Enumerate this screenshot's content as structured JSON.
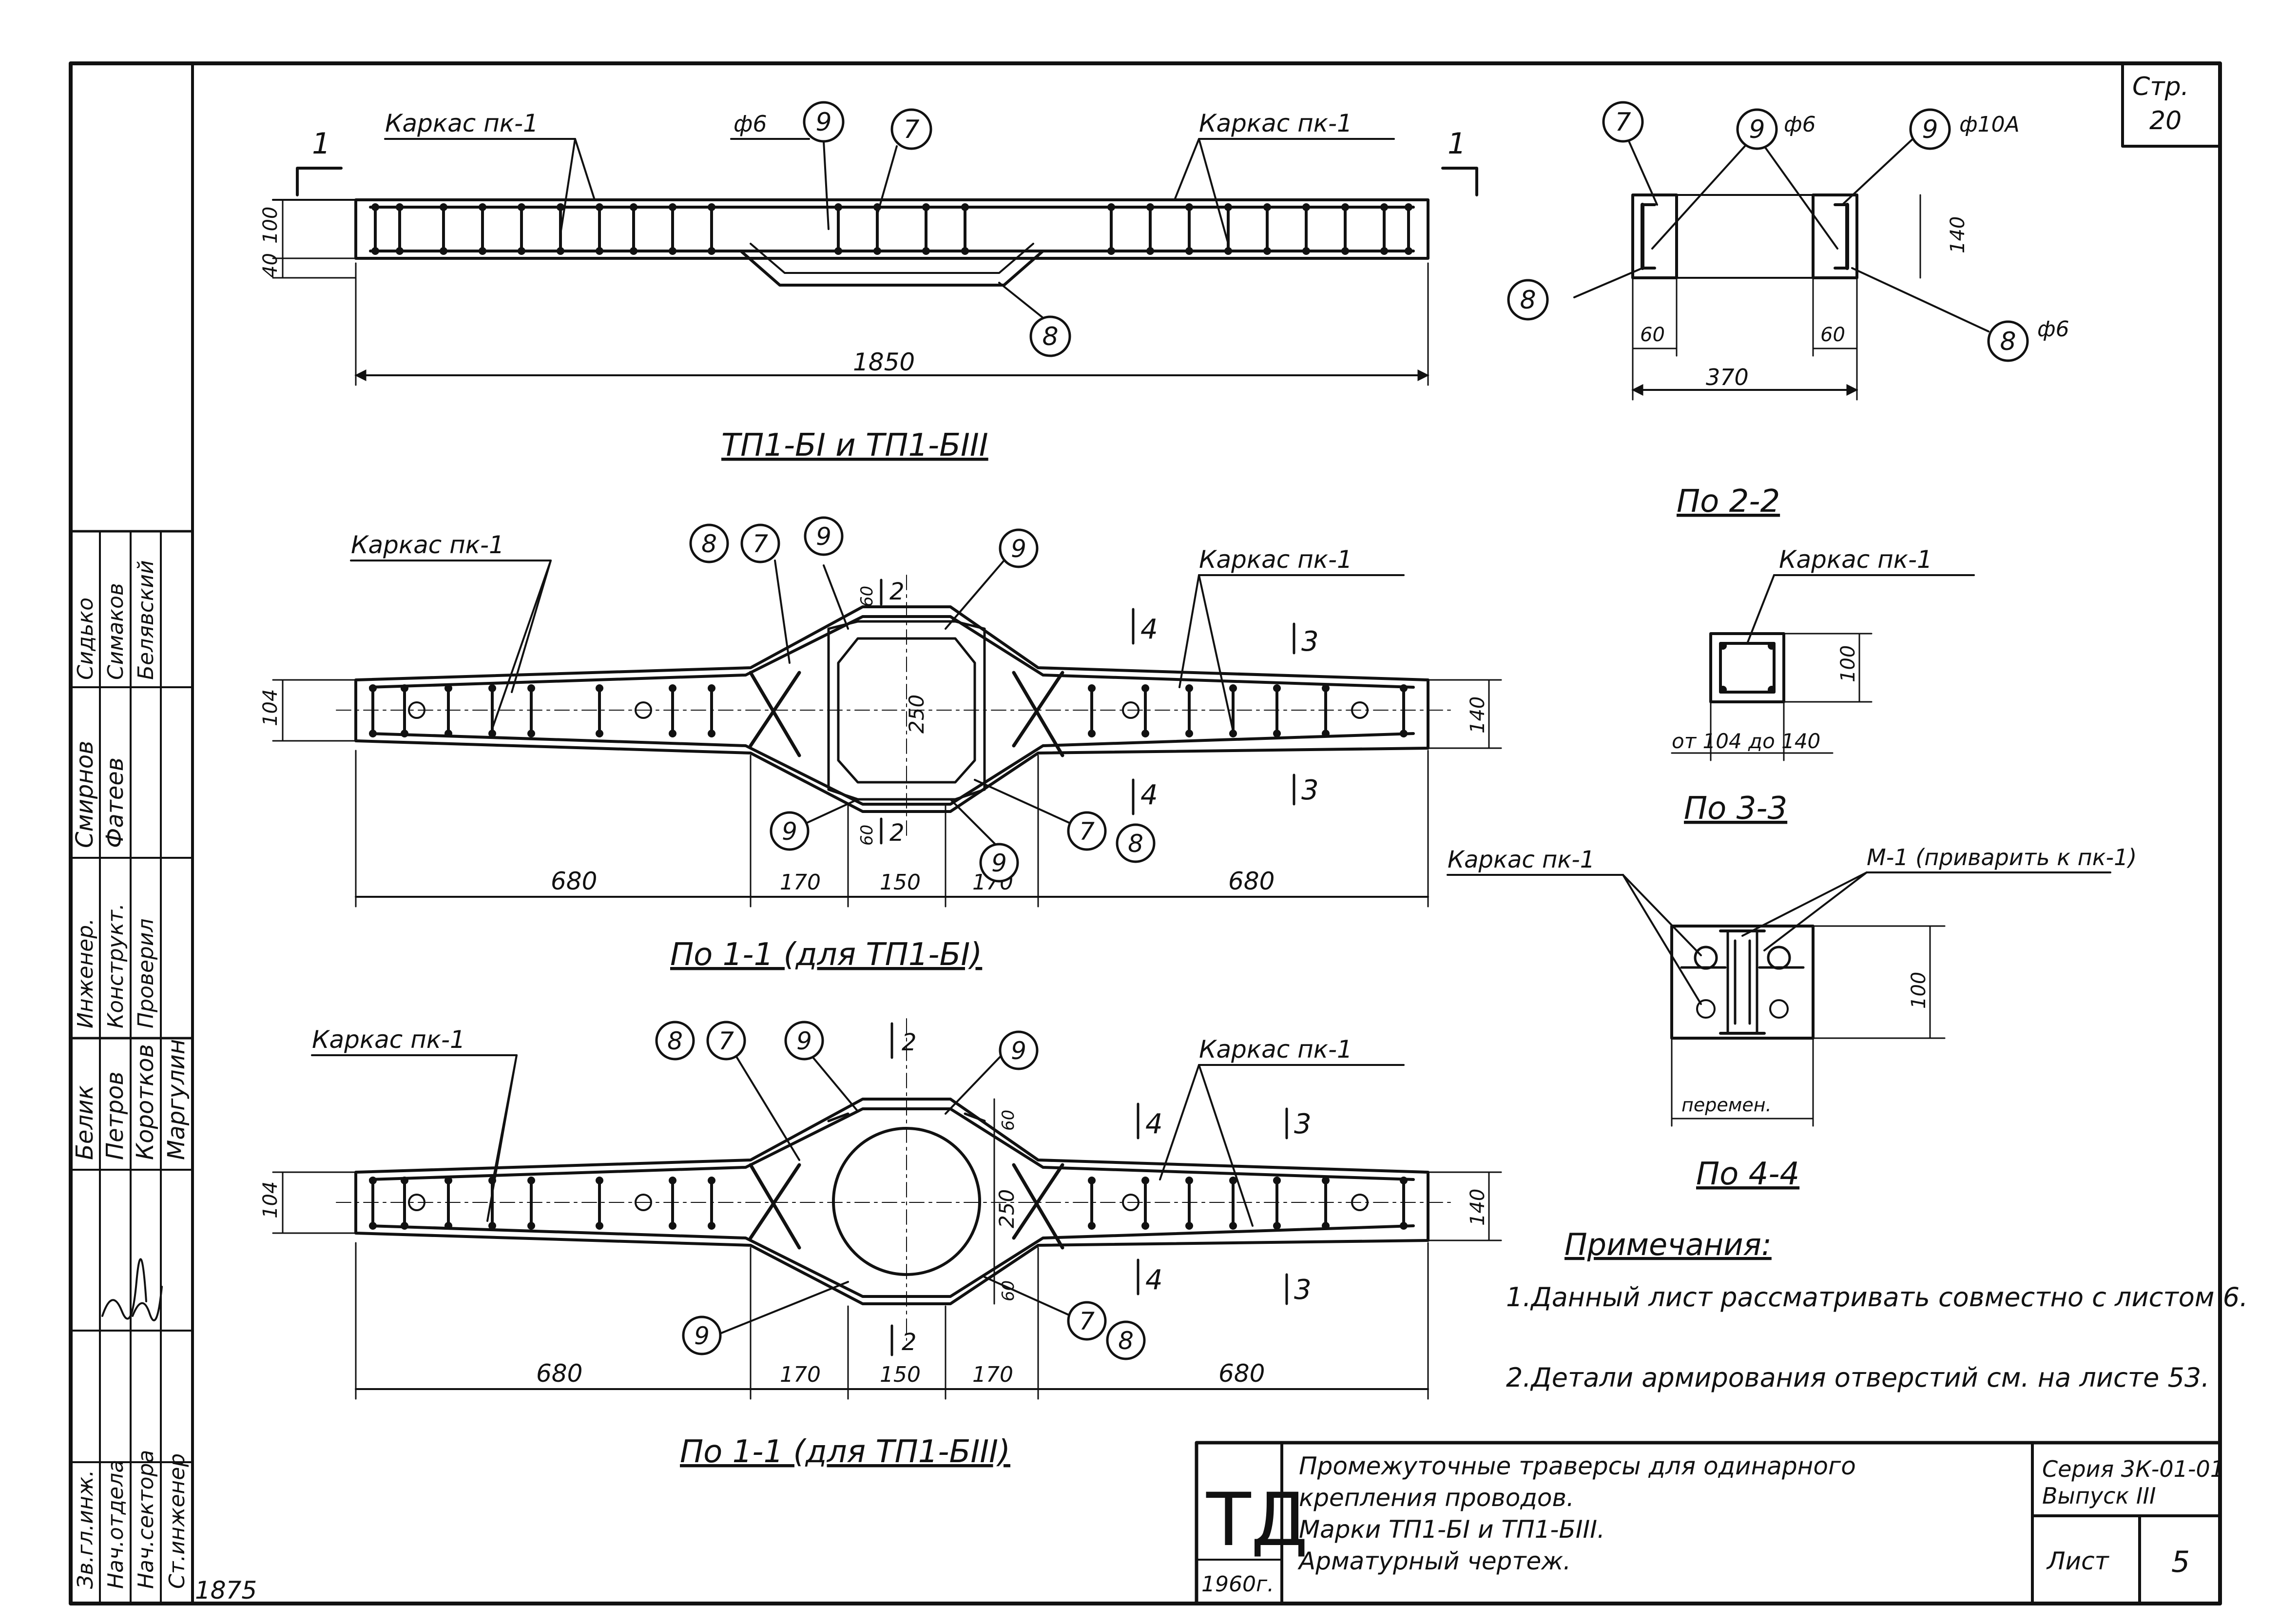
{
  "page": {
    "label": "Стр.",
    "number": "20"
  },
  "stamp_column": [
    {
      "role": "Зв.гл.инж.",
      "name": "Белик",
      "col3": "Инженер.",
      "col4": "Смирнов",
      "col5": "Сидько"
    },
    {
      "role": "Нач.отдела",
      "name": "Петров",
      "col3": "Конструкт.",
      "col4": "Фатеев",
      "col5": "Симаков"
    },
    {
      "role": "Нач.сектора",
      "name": "Коротков",
      "col3": "Проверил",
      "col4": "",
      "col5": "Белявский"
    },
    {
      "role": "Ст.инженер",
      "name": "Маргулин",
      "col3": "",
      "col4": "",
      "col5": ""
    }
  ],
  "corner_number": "1875",
  "views": {
    "top": {
      "title": "ТП1-БI и ТП1-БIII",
      "frame_left": "Каркас пк-1",
      "frame_right": "Каркас пк-1",
      "rebar_callout": "ф6",
      "dim_total": "1850",
      "dim_h1": "100",
      "dim_h2": "40",
      "section_mark": "1",
      "bubbles": [
        "9",
        "7",
        "8"
      ]
    },
    "sec22": {
      "title": "По 2-2",
      "bubbles": [
        "7",
        "9",
        "9",
        "8",
        "8"
      ],
      "callouts": [
        "ф6",
        "ф10А",
        "ф6"
      ],
      "dims": [
        "60",
        "60",
        "370",
        "140"
      ]
    },
    "sec11a": {
      "title": "По 1-1 (для ТП1-БI)",
      "frame_left": "Каркас пк-1",
      "frame_right": "Каркас пк-1",
      "dims_bottom": [
        "680",
        "170",
        "150",
        "170",
        "680"
      ],
      "dim_inner": "250",
      "dim_left": "104",
      "dim_right": "140",
      "dim_top": "60",
      "dim_bottom": "60",
      "cut_marks": [
        "2",
        "4",
        "3"
      ],
      "bubbles": [
        "8",
        "7",
        "9",
        "9",
        "9",
        "9",
        "7",
        "8"
      ]
    },
    "sec11b": {
      "title": "По 1-1 (для ТП1-БIII)",
      "frame_left": "Каркас пк-1",
      "frame_right": "Каркас пк-1",
      "dims_bottom": [
        "680",
        "170",
        "150",
        "170",
        "680"
      ],
      "dim_inner": "250",
      "dim_left": "104",
      "dim_right": "140",
      "dim_top": "60",
      "dim_bottom": "60",
      "cut_marks": [
        "2",
        "4",
        "3"
      ],
      "bubbles": [
        "8",
        "7",
        "9",
        "9",
        "9",
        "7",
        "8"
      ]
    },
    "sec33": {
      "title": "По 3-3",
      "frame_label": "Каркас пк-1",
      "dim_side": "100",
      "dim_bottom": "от 104 до 140"
    },
    "sec44": {
      "title": "По 4-4",
      "frame_label": "Каркас пк-1",
      "m1_label": "М-1 (приварить к пк-1)",
      "dim_side": "100",
      "dim_bottom": "перемен."
    }
  },
  "notes": {
    "title": "Примечания:",
    "items": [
      "1.Данный лист рассматривать совместно с листом 6.",
      "2.Детали армирования отверстий см. на листе 53."
    ]
  },
  "title_block": {
    "logo": "ТД",
    "year": "1960г.",
    "title_lines": [
      "Промежуточные траверсы для одинарного",
      "крепления проводов.",
      "Марки ТП1-БI и ТП1-БIII.",
      "Арматурный чертеж."
    ],
    "series": "Серия 3К-01-01",
    "issue": "Выпуск III",
    "sheet_label": "Лист",
    "sheet_number": "5"
  }
}
